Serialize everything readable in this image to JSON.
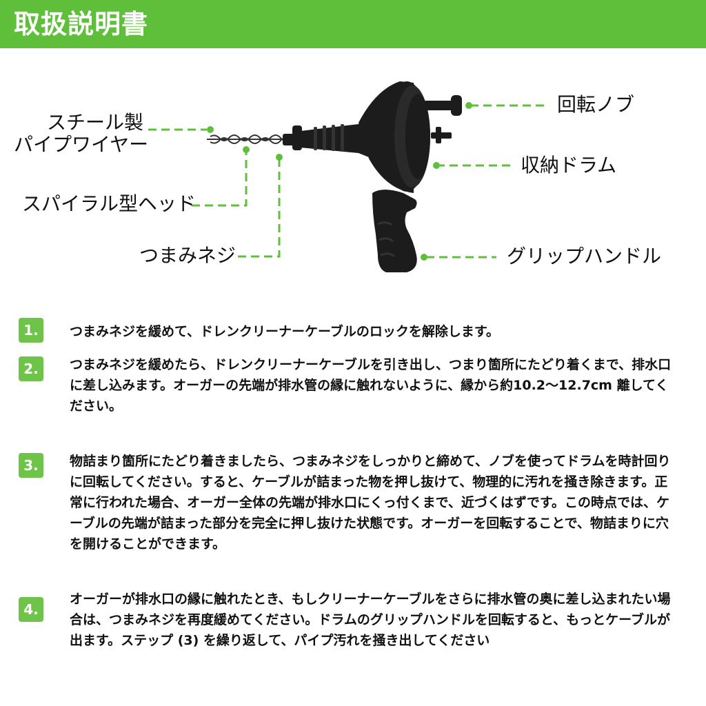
{
  "header": {
    "title": "取扱説明書"
  },
  "diagram": {
    "labels": {
      "steel_wire_line1": "スチール製",
      "steel_wire_line2": "パイプワイヤー",
      "spiral_head": "スパイラル型ヘッド",
      "knob_screw": "つまみネジ",
      "rotation_knob": "回転ノブ",
      "storage_drum": "収納ドラム",
      "grip_handle": "グリップハンドル"
    },
    "accent_color": "#5fbf3a",
    "tool_color": "#1a1a1a"
  },
  "steps": [
    {
      "number": "1.",
      "text": "つまみネジを緩めて、ドレンクリーナーケーブルのロックを解除します。"
    },
    {
      "number": "2.",
      "text": "つまみネジを緩めたら、ドレンクリーナーケーブルを引き出し、つまり箇所にたどり着くまで、排水口に差し込みます。オーガーの先端が排水管の縁に触れないように、縁から約10.2〜12.7cm 離してください。"
    },
    {
      "number": "3.",
      "text": "物詰まり箇所にたどり着きましたら、つまみネジをしっかりと締めて、ノブを使ってドラムを時計回りに回転してください。すると、ケーブルが詰まった物を押し抜けて、物理的に汚れを掻き除きます。正常に行われた場合、オーガー全体の先端が排水口にくっ付くまで、近づくはずです。この時点では、ケーブルの先端が詰まった部分を完全に押し抜けた状態です。オーガーを回転することで、物詰まりに穴を開けることができます。"
    },
    {
      "number": "4.",
      "text": "オーガーが排水口の縁に触れたとき、もしクリーナーケーブルをさらに排水管の奥に差し込まれたい場合は、つまみネジを再度緩めてください。ドラムのグリップハンドルを回転すると、もっとケーブルが出ます。ステップ (3) を繰り返して、パイプ汚れを掻き出してください"
    }
  ]
}
